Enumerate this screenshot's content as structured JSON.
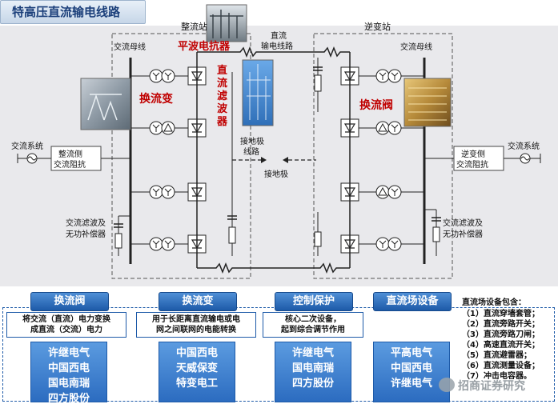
{
  "title": "特高压直流输电线路",
  "diagram": {
    "rectifier_station": "整流站",
    "inverter_station": "逆变站",
    "ac_bus_left": "交流母线",
    "ac_bus_right": "交流母线",
    "ac_system_left": "交流系统",
    "ac_system_right": "交流系统",
    "rect_side_impedance": [
      "整流侧",
      "交流阻抗"
    ],
    "inv_side_impedance": [
      "逆变侧",
      "交流阻抗"
    ],
    "ac_filter_left": [
      "交流滤波及",
      "无功补偿器"
    ],
    "ac_filter_right": [
      "交流滤波及",
      "无功补偿器"
    ],
    "smoothing_reactor": "平波电抗器",
    "dc_filter": [
      "直",
      "流",
      "滤",
      "波",
      "器"
    ],
    "converter_transformer": "换流变",
    "converter_valve": "换流阀",
    "dc_line": [
      "直流",
      "输电线路"
    ],
    "ground_line": [
      "接地极",
      "线路"
    ],
    "ground_electrode": "接地极"
  },
  "panels": [
    {
      "header": "换流阀",
      "desc": [
        "将交流（直流）电力变换",
        "成直流（交流）电力"
      ],
      "companies": [
        "许继电气",
        "中国西电",
        "国电南瑞",
        "四方股份"
      ]
    },
    {
      "header": "换流变",
      "desc": [
        "用于长距离直流输电或电",
        "网之间联网的电能转换"
      ],
      "companies": [
        "中国西电",
        "天威保变",
        "特变电工"
      ]
    },
    {
      "header": "控制保护",
      "desc": [
        "核心二次设备，",
        "起到综合调节作用"
      ],
      "companies": [
        "许继电气",
        "国电南瑞",
        "四方股份"
      ]
    },
    {
      "header": "直流场设备",
      "desc": [],
      "companies": [
        "平高电气",
        "中国西电",
        "许继电气"
      ]
    }
  ],
  "dc_equipment": {
    "heading": "直流场设备包含：",
    "items": [
      "（1）直流穿墙套管；",
      "（2）直流旁路开关；",
      "（3）直流旁路刀闸；",
      "（4）高速直流开关；",
      "（5）直流避雷器；",
      "（6）直流测量设备；",
      "（7）冲击电容器。"
    ]
  },
  "watermark": "招商证券研究",
  "colors": {
    "accent_blue": "#1d5aa8",
    "label_red": "#c00000",
    "diagram_bg": "#e9e9ec"
  }
}
